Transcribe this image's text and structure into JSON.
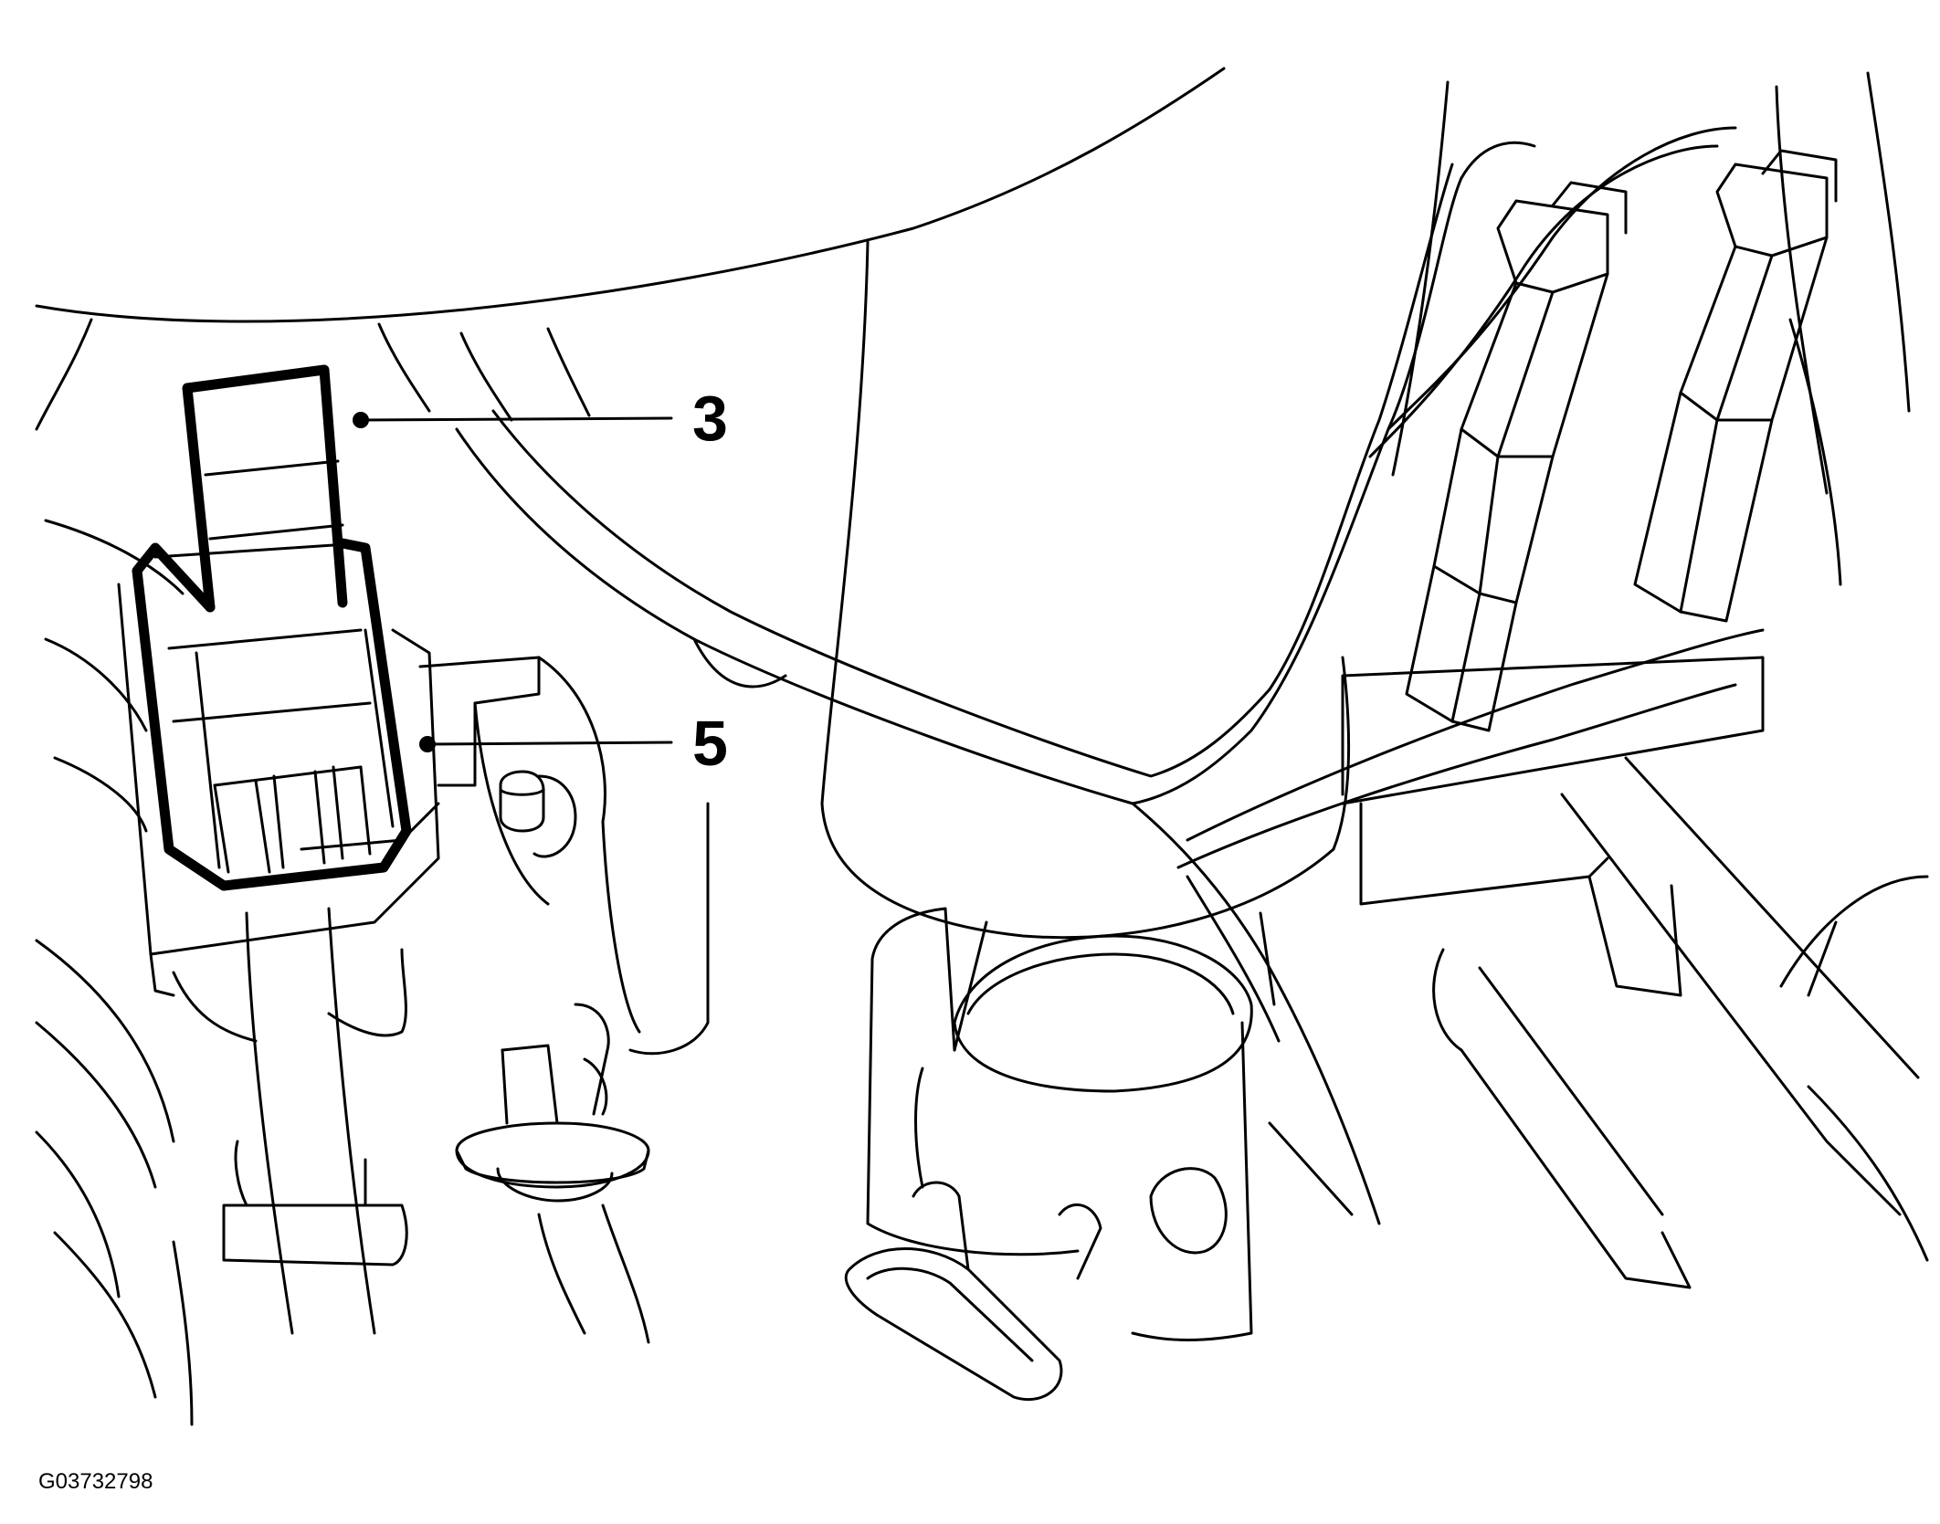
{
  "figure": {
    "id_label": "G03732798"
  },
  "callouts": [
    {
      "label": "3"
    },
    {
      "label": "5"
    }
  ],
  "colors": {
    "line": "#000000",
    "background": "#ffffff"
  }
}
